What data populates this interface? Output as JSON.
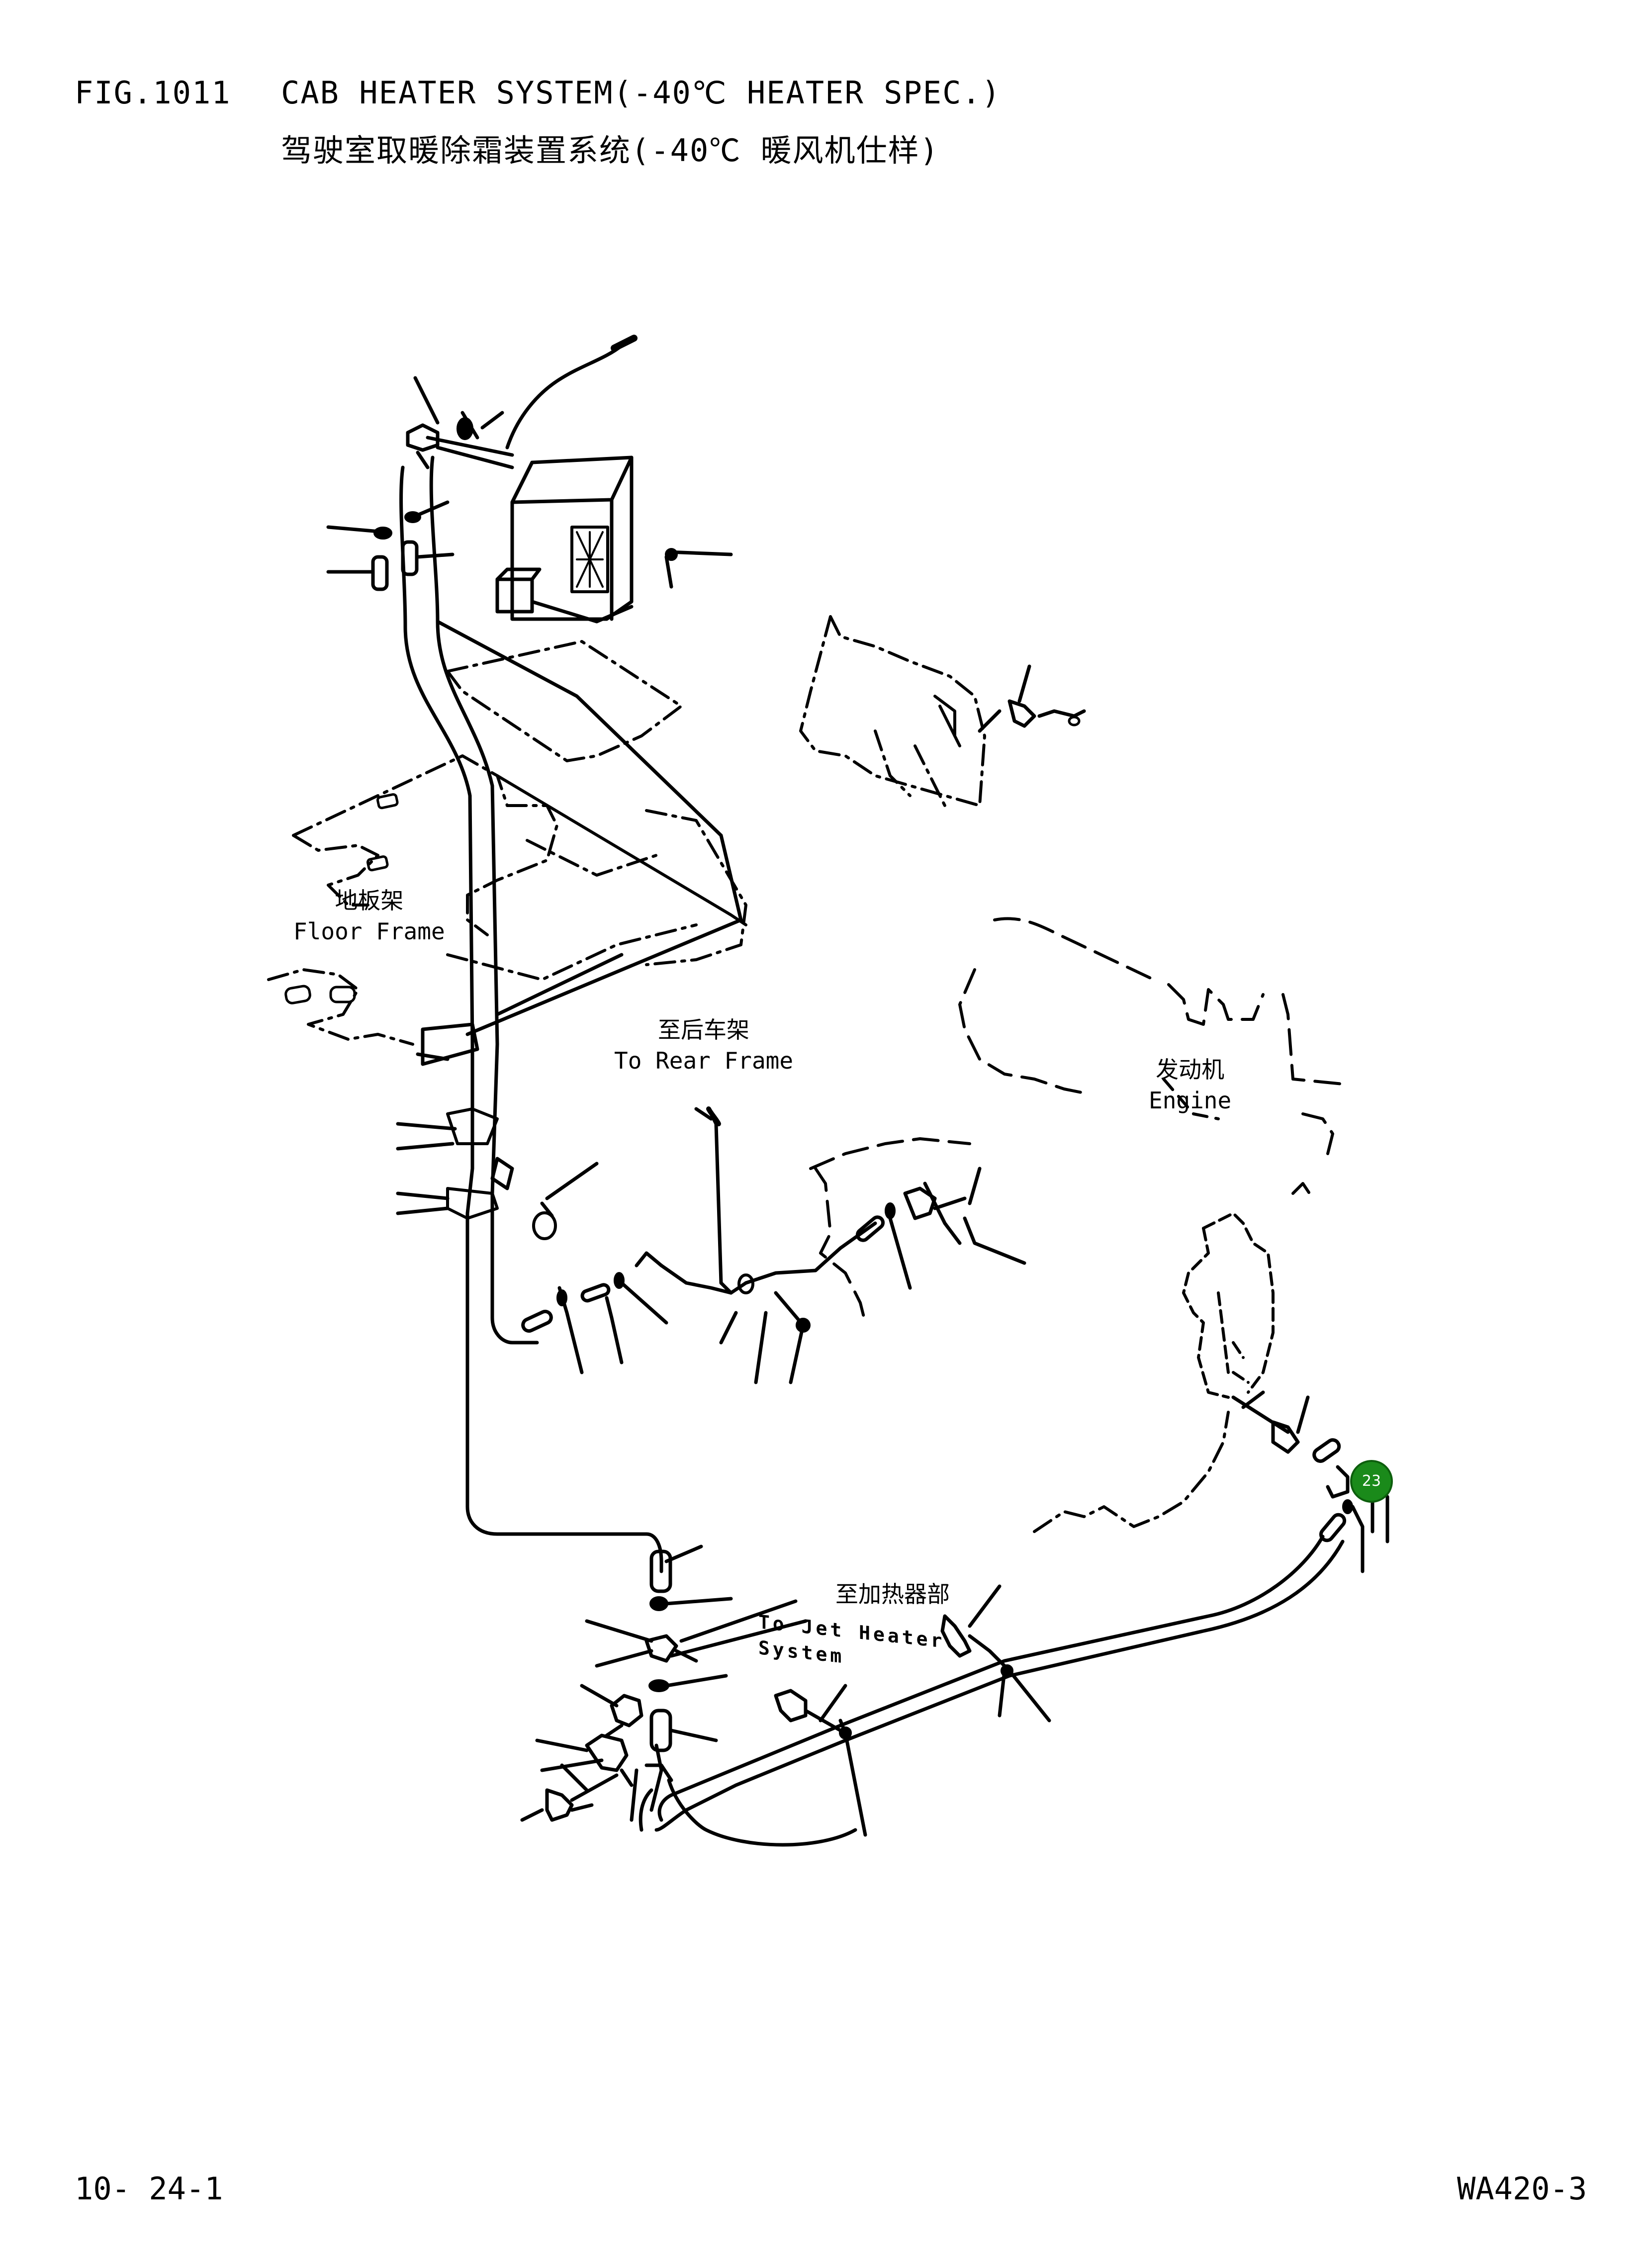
{
  "header": {
    "fig_no": "FIG.1011",
    "title_en": "CAB HEATER SYSTEM(-40℃ HEATER SPEC.)",
    "title_cn": "驾驶室取暖除霜装置系统(-40℃ 暖风机仕样)"
  },
  "labels": {
    "floor_frame": {
      "cn": "地板架",
      "en": "Floor Frame"
    },
    "rear_frame": {
      "cn": "至后车架",
      "en": "To Rear Frame"
    },
    "engine": {
      "cn": "发动机",
      "en": "Engine"
    },
    "jet_heater": {
      "cn": "至加热器部",
      "en_line1": "To Jet Heater",
      "en_line2": "System"
    }
  },
  "callouts": [
    {
      "id": "23"
    }
  ],
  "footer": {
    "page": "10- 24-1",
    "model": "WA420-3"
  }
}
